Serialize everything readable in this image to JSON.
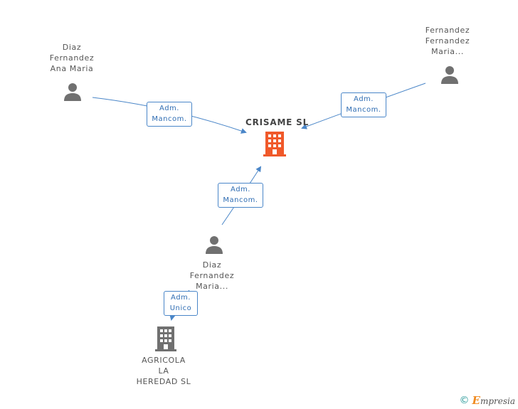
{
  "nodes": {
    "person_diaz_ana": {
      "lines": [
        "Diaz",
        "Fernandez",
        "Ana Maria"
      ],
      "icon": "person-icon"
    },
    "person_fernandez": {
      "lines": [
        "Fernandez",
        "Fernandez",
        "Maria..."
      ],
      "icon": "person-icon"
    },
    "company_crisame": {
      "title": "CRISAME SL",
      "icon": "building-icon",
      "color": "#f0592a"
    },
    "person_diaz_maria": {
      "lines": [
        "Diaz",
        "Fernandez",
        "Maria..."
      ],
      "icon": "person-icon"
    },
    "company_agricola": {
      "lines": [
        "AGRICOLA",
        "LA",
        "HEREDAD SL"
      ],
      "icon": "building-icon",
      "color": "#707070"
    }
  },
  "edges": [
    {
      "from": "person_diaz_ana",
      "to": "company_crisame",
      "label": [
        "Adm.",
        "Mancom."
      ]
    },
    {
      "from": "person_fernandez",
      "to": "company_crisame",
      "label": [
        "Adm.",
        "Mancom."
      ]
    },
    {
      "from": "person_diaz_maria",
      "to": "company_crisame",
      "label": [
        "Adm.",
        "Mancom."
      ]
    },
    {
      "from": "person_diaz_maria",
      "to": "company_agricola",
      "label": [
        "Adm.",
        "Unico"
      ]
    }
  ],
  "colors": {
    "edge": "#4a86c8",
    "person": "#707070",
    "company_main": "#f0592a",
    "company_other": "#707070"
  },
  "footer": {
    "copyright": "©",
    "brand_initial": "E",
    "brand_rest": "mpresia"
  }
}
